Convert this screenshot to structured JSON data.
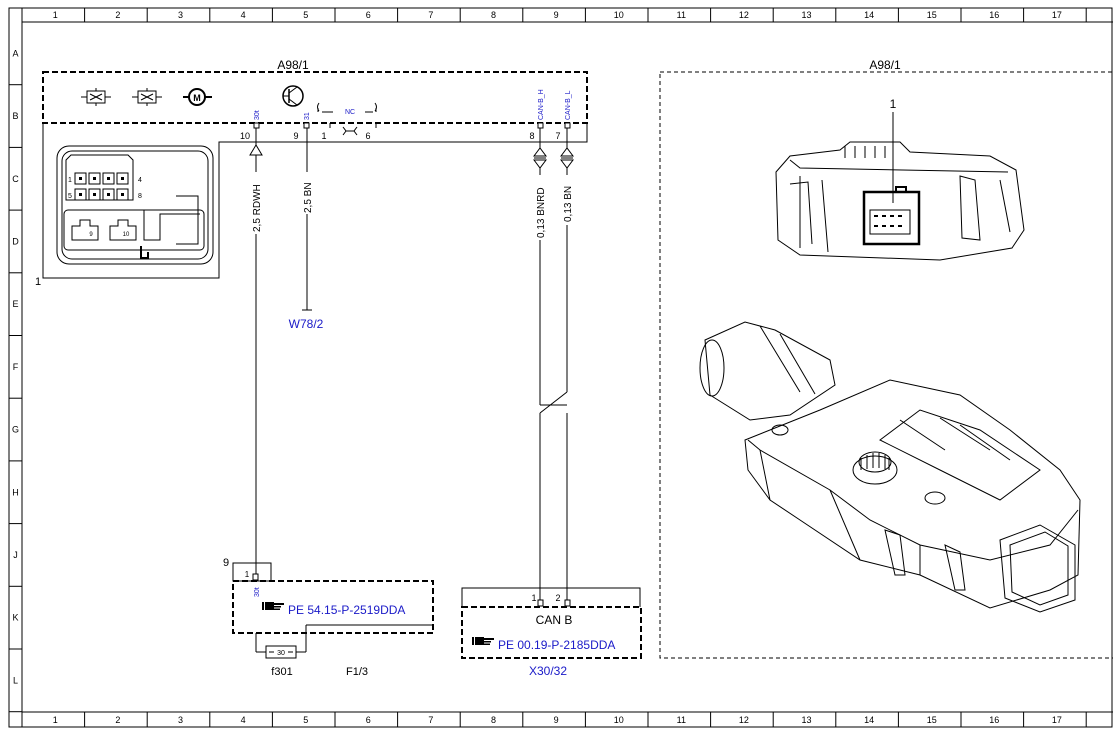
{
  "colors": {
    "line": "#000000",
    "link": "#1a1ac8",
    "background": "#ffffff"
  },
  "grid": {
    "columns": [
      "1",
      "2",
      "3",
      "4",
      "5",
      "6",
      "7",
      "8",
      "9",
      "10",
      "11",
      "12",
      "13",
      "14",
      "15",
      "16",
      "17"
    ],
    "rows": [
      "A",
      "B",
      "C",
      "D",
      "E",
      "F",
      "G",
      "H",
      "J",
      "K",
      "L"
    ]
  },
  "module": {
    "title": "A98/1",
    "connector_item": "1",
    "connector_pins_left": [
      "1",
      "5"
    ],
    "connector_pins_right": [
      "4",
      "8"
    ],
    "connector_pins_lower": [
      "9",
      "10"
    ],
    "nc_label": "NC",
    "switch_pins": [
      "1",
      "6"
    ],
    "pins": [
      {
        "pin": "10",
        "signal": "30t"
      },
      {
        "pin": "9",
        "signal": "31"
      },
      {
        "pin": "8",
        "signal": "CAN-B_H"
      },
      {
        "pin": "7",
        "signal": "CAN-B_L"
      }
    ]
  },
  "wires": [
    {
      "label": "2,5 RDWH"
    },
    {
      "label": "2,5 BN"
    },
    {
      "label": "0,13 BNRD"
    },
    {
      "label": "0,13 BN"
    }
  ],
  "ground": {
    "label": "W78/2"
  },
  "fuse_block": {
    "item": "9",
    "pin": "1",
    "pin_signal": "30t",
    "ref": "PE 54.15-P-2519DDA",
    "fuse_value": "30",
    "fuse_label": "f301",
    "block_label": "F1/3"
  },
  "can_block": {
    "pins": [
      "1",
      "2"
    ],
    "title": "CAN B",
    "ref": "PE 00.19-P-2185DDA",
    "label": "X30/32"
  },
  "view": {
    "title": "A98/1",
    "callout": "1"
  },
  "icons": [
    "pointing-hand-icon",
    "motor-icon",
    "transistor-icon",
    "lamp-icon"
  ]
}
